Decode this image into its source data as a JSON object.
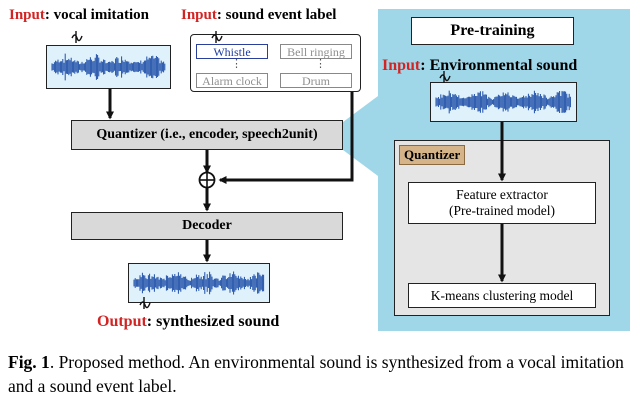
{
  "left": {
    "vocal_input_prefix": "Input",
    "vocal_input_text": ": vocal imitation",
    "event_input_prefix": "Input",
    "event_input_text": ": sound event label",
    "event_labels": [
      "Whistle",
      "Bell ringing",
      "Alarm clock",
      "Drum"
    ],
    "quantizer": "Quantizer (i.e., encoder, speech2unit)",
    "decoder": "Decoder",
    "output_prefix": "Output",
    "output_text": ": synthesized sound"
  },
  "pretraining": {
    "title": "Pre-training",
    "input_prefix": "Input",
    "input_text": ": Environmental sound",
    "quantizer_tag": "Quantizer",
    "feature_extractor_line1": "Feature extractor",
    "feature_extractor_line2": "(Pre-trained model)",
    "kmeans": "K-means clustering model"
  },
  "caption": {
    "label": "Fig. 1",
    "text": ". Proposed method. An environmental sound is synthesized from a vocal imitation and a sound event label."
  },
  "colors": {
    "input_red": "#d32323",
    "wave_blue": "#1f4fa8",
    "wave_bg": "#dff1fb",
    "pretrain_bg": "#9fd7e9",
    "quantizer_tag_bg": "#d6b48a",
    "box_gray": "#d9d9d9",
    "selected_label": "#1f3fa0"
  },
  "icons": [
    "waveform-icon",
    "microphone-squiggle-icon",
    "speaker-squiggle-icon",
    "sum-circle-icon"
  ]
}
